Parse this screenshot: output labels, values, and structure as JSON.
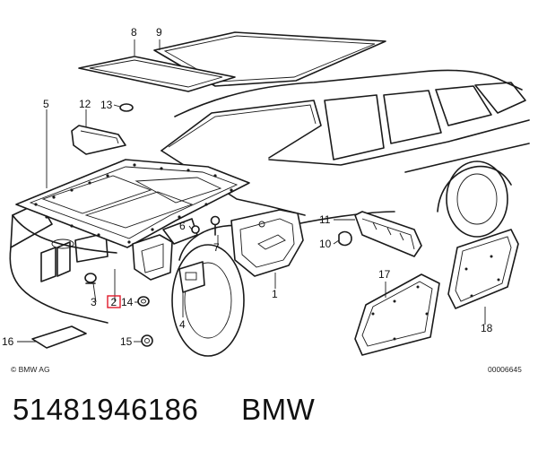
{
  "diagram": {
    "callouts": [
      "1",
      "2",
      "3",
      "4",
      "5",
      "6",
      "7",
      "8",
      "9",
      "10",
      "11",
      "12",
      "13",
      "14",
      "15",
      "16",
      "17",
      "18"
    ],
    "highlighted_callout": "2",
    "highlight_color": "#e0192a",
    "copyright": "© BMW AG",
    "drawing_number": "00006645"
  },
  "footer": {
    "part_number": "51481946186",
    "brand": "BMW"
  }
}
